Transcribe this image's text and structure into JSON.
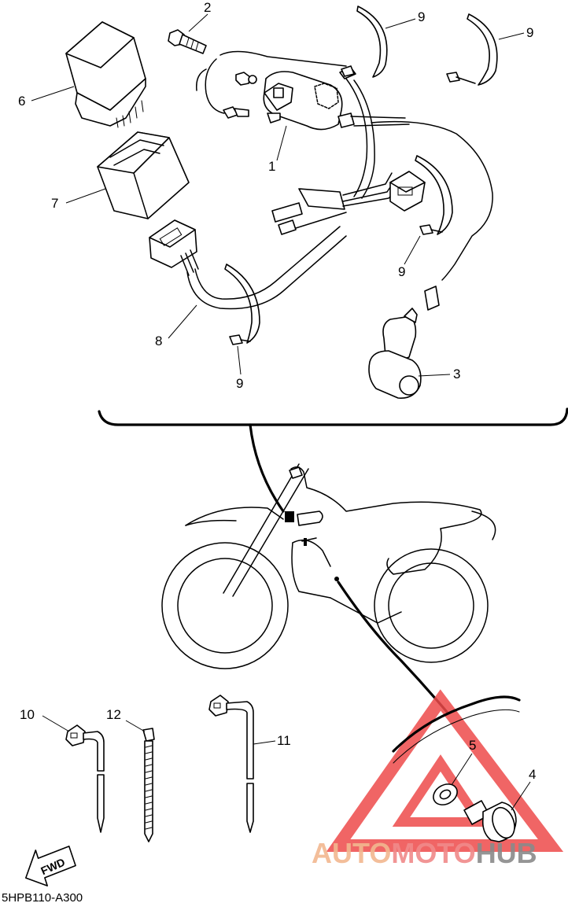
{
  "callouts": {
    "c1": "1",
    "c2": "2",
    "c3": "3",
    "c4": "4",
    "c5": "5",
    "c6": "6",
    "c7": "7",
    "c8": "8",
    "c9a": "9",
    "c9b": "9",
    "c9c": "9",
    "c9d": "9",
    "c10": "10",
    "c11": "11",
    "c12": "12"
  },
  "fwd_label": "FWD",
  "diagram_code": "5HPB110-A300",
  "watermark": {
    "part1": "AUTO",
    "part2": "MOTO",
    "part3": "HUB",
    "color_auto": "#f2b890",
    "color_moto": "#f08a8a",
    "color_hub": "#8a8a8a",
    "triangle_color": "#ee4b4b"
  }
}
